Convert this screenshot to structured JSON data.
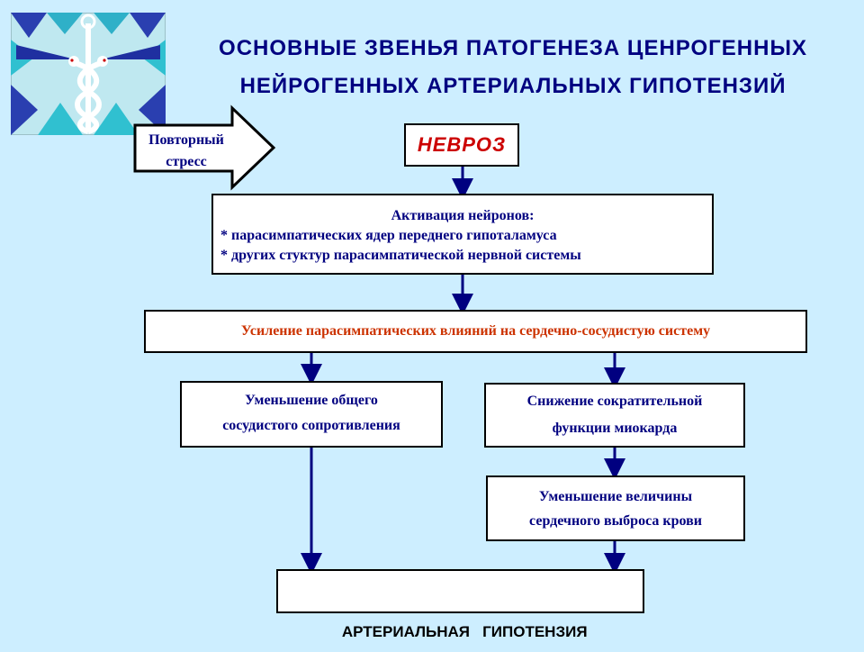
{
  "title": {
    "line1": "ОСНОВНЫЕ ЗВЕНЬЯ ПАТОГЕНЕЗА ЦЕНРОГЕННЫХ",
    "line2": "НЕЙРОГЕННЫХ АРТЕРИАЛЬНЫХ  ГИПОТЕНЗИЙ"
  },
  "colors": {
    "background": "#cdeeff",
    "title": "#000080",
    "accent_red": "#cc0000",
    "connector": "#000080"
  },
  "stress": {
    "line1": "Повторный",
    "line2": "стресс"
  },
  "nodes": {
    "nevroz": "НЕВРОЗ",
    "activation": {
      "heading": "Активация нейронов:",
      "item1": "* парасимпатических ядер переднего гипоталамуса",
      "item2": "* других стуктур парасимпатической нервной системы"
    },
    "amplification": "Усиление парасимпатических влияний на сердечно-сосудистую систему",
    "resistance": {
      "line1": "Уменьшение общего",
      "line2": "сосудистого сопротивления"
    },
    "contractility": {
      "line1": "Снижение сократительной",
      "line2": "функции миокарда"
    },
    "output": {
      "line1": "Уменьшение величины",
      "line2": "сердечного выброса крови"
    },
    "hypotension": "АРТЕРИАЛЬНАЯ   ГИПОТЕНЗИЯ"
  },
  "logo_icon": "caduceus-icon"
}
